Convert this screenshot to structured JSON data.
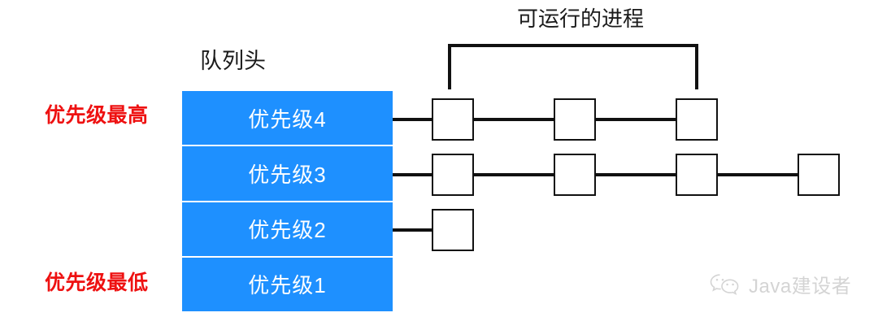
{
  "colors": {
    "queue_blue": "#1E90FF",
    "caption_red": "#EE1111",
    "line_black": "#111111",
    "background": "#FFFFFF",
    "watermark_gray": "#9A9A9A"
  },
  "labels": {
    "queue_head": "队列头",
    "runnable_processes": "可运行的进程",
    "priority_highest": "优先级最高",
    "priority_lowest": "优先级最低"
  },
  "queue": {
    "rows": [
      {
        "label": "优先级4",
        "process_count": 3
      },
      {
        "label": "优先级3",
        "process_count": 4
      },
      {
        "label": "优先级2",
        "process_count": 1
      },
      {
        "label": "优先级1",
        "process_count": 0
      }
    ]
  },
  "watermark": {
    "text": "Java建设者",
    "icon": "wechat-icon"
  }
}
